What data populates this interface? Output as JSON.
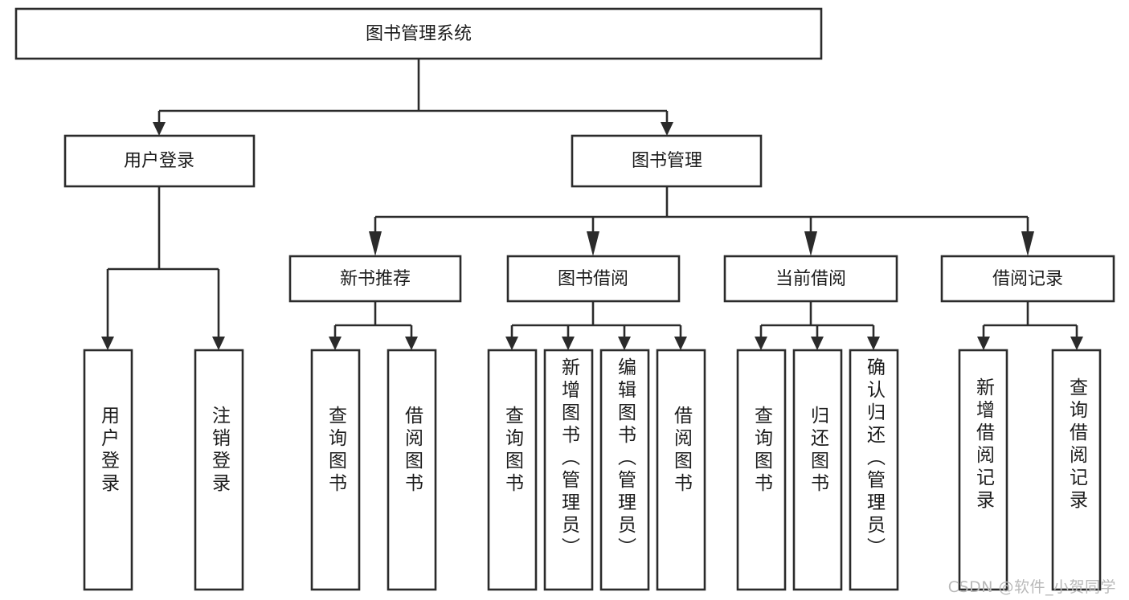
{
  "diagram": {
    "type": "tree-hierarchy-chart",
    "title": "图书管理系统",
    "watermark": "CSDN @软件_小贺同学",
    "colors": {
      "box_fill": "#ffffff",
      "box_stroke": "#2b2b2b",
      "text": "#1c1c1c",
      "watermark": "#b9b9b9",
      "background": "#ffffff"
    },
    "levels": {
      "level1": [
        {
          "id": "root",
          "label": "图书管理系统",
          "orientation": "horizontal"
        }
      ],
      "level2": [
        {
          "id": "user-login",
          "label": "用户登录",
          "orientation": "horizontal"
        },
        {
          "id": "book-manage",
          "label": "图书管理",
          "orientation": "horizontal"
        }
      ],
      "level3": [
        {
          "id": "new-book-recommend",
          "label": "新书推荐",
          "orientation": "horizontal",
          "parent": "book-manage"
        },
        {
          "id": "book-borrow",
          "label": "图书借阅",
          "orientation": "horizontal",
          "parent": "book-manage"
        },
        {
          "id": "current-borrow",
          "label": "当前借阅",
          "orientation": "horizontal",
          "parent": "book-manage"
        },
        {
          "id": "borrow-record",
          "label": "借阅记录",
          "orientation": "horizontal",
          "parent": "book-manage"
        }
      ],
      "leaves": [
        {
          "id": "leaf-user-login",
          "label": "用户登录",
          "orientation": "vertical",
          "parent": "user-login"
        },
        {
          "id": "leaf-logout",
          "label": "注销登录",
          "orientation": "vertical",
          "parent": "user-login"
        },
        {
          "id": "leaf-query-book-1",
          "label": "查询图书",
          "orientation": "vertical",
          "parent": "new-book-recommend"
        },
        {
          "id": "leaf-borrow-book-1",
          "label": "借阅图书",
          "orientation": "vertical",
          "parent": "new-book-recommend"
        },
        {
          "id": "leaf-query-book-2",
          "label": "查询图书",
          "orientation": "vertical",
          "parent": "book-borrow"
        },
        {
          "id": "leaf-add-book",
          "label": "新增图书（管理员）",
          "orientation": "vertical",
          "parent": "book-borrow"
        },
        {
          "id": "leaf-edit-book",
          "label": "编辑图书（管理员）",
          "orientation": "vertical",
          "parent": "book-borrow"
        },
        {
          "id": "leaf-borrow-book-2",
          "label": "借阅图书",
          "orientation": "vertical",
          "parent": "book-borrow"
        },
        {
          "id": "leaf-query-book-3",
          "label": "查询图书",
          "orientation": "vertical",
          "parent": "current-borrow"
        },
        {
          "id": "leaf-return-book",
          "label": "归还图书",
          "orientation": "vertical",
          "parent": "current-borrow"
        },
        {
          "id": "leaf-confirm-return",
          "label": "确认归还（管理员）",
          "orientation": "vertical",
          "parent": "current-borrow"
        },
        {
          "id": "leaf-add-record",
          "label": "新增借阅记录",
          "orientation": "vertical",
          "parent": "borrow-record"
        },
        {
          "id": "leaf-query-record",
          "label": "查询借阅记录",
          "orientation": "vertical",
          "parent": "borrow-record"
        }
      ]
    }
  }
}
